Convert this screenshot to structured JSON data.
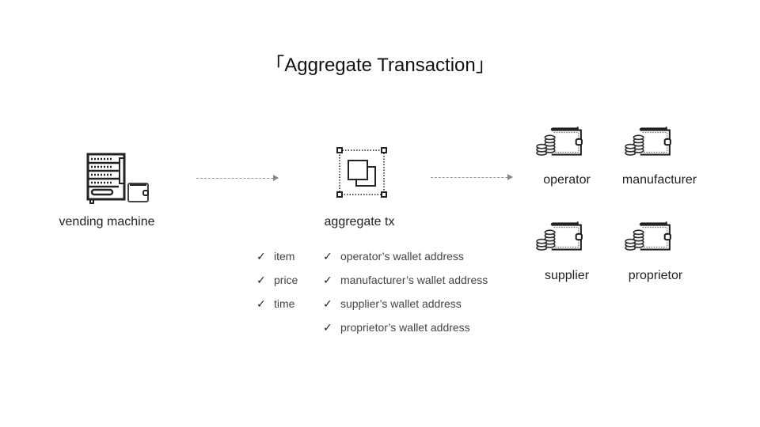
{
  "title": "「Aggregate Transaction」",
  "nodes": {
    "vending_machine": "vending machine",
    "aggregate_tx": "aggregate tx",
    "operator": "operator",
    "manufacturer": "manufacturer",
    "supplier": "supplier",
    "proprietor": "proprietor"
  },
  "check_mark": "✓",
  "tx_fields": [
    "item",
    "price",
    "time"
  ],
  "addresses": [
    "operator’s wallet address",
    "manufacturer’s wallet address",
    "supplier’s wallet address",
    "proprietor’s wallet address"
  ]
}
